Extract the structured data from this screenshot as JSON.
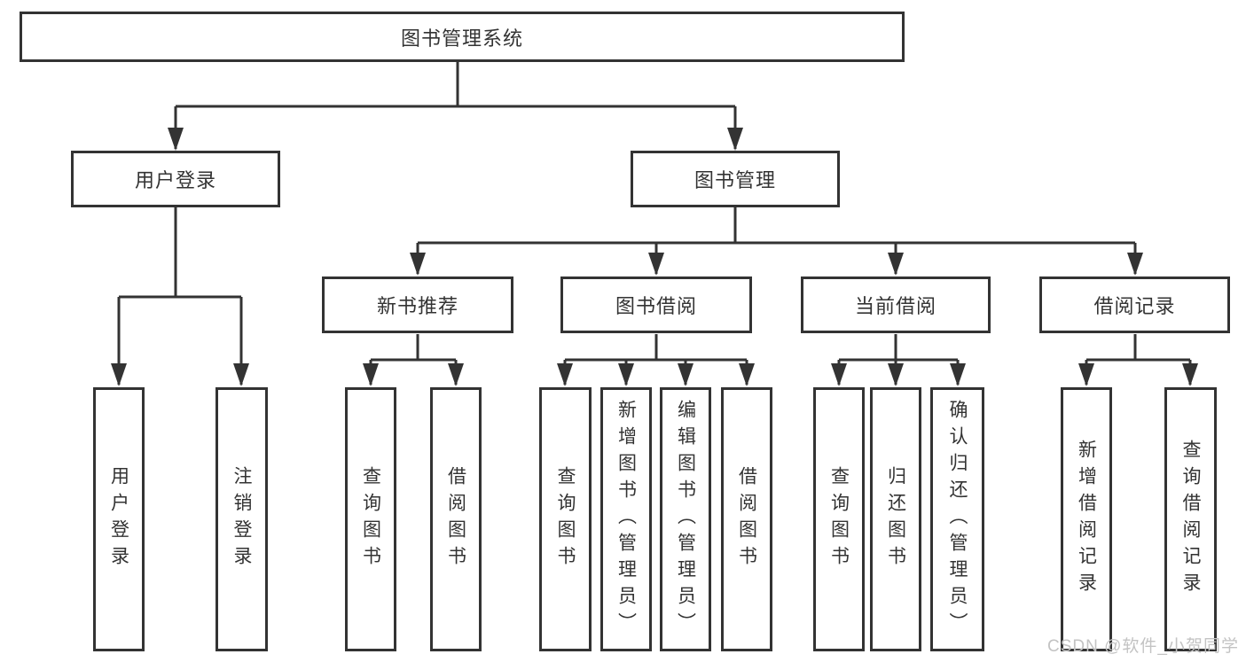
{
  "diagram": {
    "root": "图书管理系统",
    "children": [
      {
        "label": "用户登录",
        "children": [
          {
            "label": "用户登录"
          },
          {
            "label": "注销登录"
          }
        ]
      },
      {
        "label": "图书管理",
        "children": [
          {
            "label": "新书推荐",
            "children": [
              {
                "label": "查询图书"
              },
              {
                "label": "借阅图书"
              }
            ]
          },
          {
            "label": "图书借阅",
            "children": [
              {
                "label": "查询图书"
              },
              {
                "label": "新增图书（管理员）"
              },
              {
                "label": "编辑图书（管理员）"
              },
              {
                "label": "借阅图书"
              }
            ]
          },
          {
            "label": "当前借阅",
            "children": [
              {
                "label": "查询图书"
              },
              {
                "label": "归还图书"
              },
              {
                "label": "确认归还（管理员）"
              }
            ]
          },
          {
            "label": "借阅记录",
            "children": [
              {
                "label": "新增借阅记录"
              },
              {
                "label": "查询借阅记录"
              }
            ]
          }
        ]
      }
    ]
  },
  "watermark": {
    "text": "CSDN @软件_小贺同学"
  },
  "colors": {
    "line": "#333333",
    "text": "#333333",
    "background": "#ffffff",
    "watermark": "#c3c3c3"
  }
}
